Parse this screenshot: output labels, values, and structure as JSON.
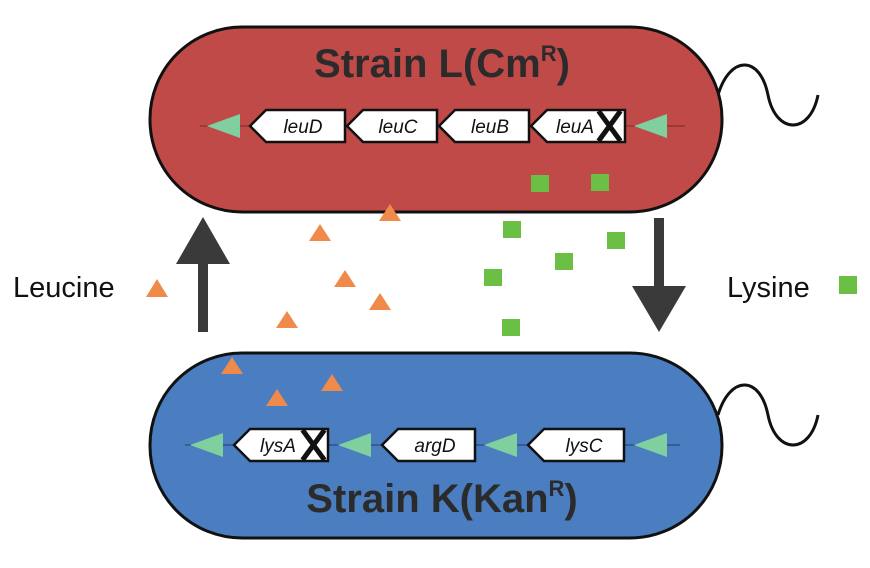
{
  "strains": {
    "top": {
      "name": "Strain L(Cm",
      "marker_superscript": "R",
      "marker_close": ")",
      "body_color": "#c04a48",
      "genes": [
        "leuD",
        "leuC",
        "leuB",
        "leuA"
      ],
      "knocked_out_gene": "leuA"
    },
    "bottom": {
      "name": "Strain K(Kan",
      "marker_superscript": "R",
      "marker_close": ")",
      "body_color": "#4a7ec0",
      "genes": [
        "lysA",
        "argD",
        "lysC"
      ],
      "knocked_out_gene": "lysA"
    }
  },
  "metabolites": {
    "leucine": {
      "label": "Leucine",
      "shape": "triangle",
      "color": "#f08a4b"
    },
    "lysine": {
      "label": "Lysine",
      "shape": "square",
      "color": "#6cbf45"
    }
  },
  "colors": {
    "outline": "#111111",
    "flux_arrow": "#3a3a3a",
    "pathway_arrowhead": "#7fcf9f"
  },
  "icons": {
    "flagellum": "flagellum-icon",
    "knockout": "x-mark-icon",
    "exchange_up": "arrow-up-icon",
    "exchange_down": "arrow-down-icon"
  }
}
